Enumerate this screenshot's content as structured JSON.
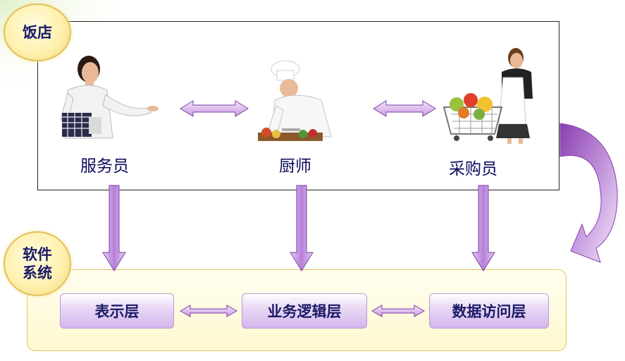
{
  "badges": {
    "restaurant": "饭店",
    "software_line1": "软件",
    "software_line2": "系统"
  },
  "roles": {
    "waiter": "服务员",
    "chef": "厨师",
    "buyer": "采购员"
  },
  "layers": {
    "presentation": "表示层",
    "business": "业务逻辑层",
    "data_access": "数据访问层"
  },
  "colors": {
    "arrow_fill": "#c99be0",
    "arrow_stroke": "#7b3fa8",
    "layer_border": "#b69bd8",
    "badge_fill": "#fff1b0",
    "text": "#1a1a66"
  }
}
